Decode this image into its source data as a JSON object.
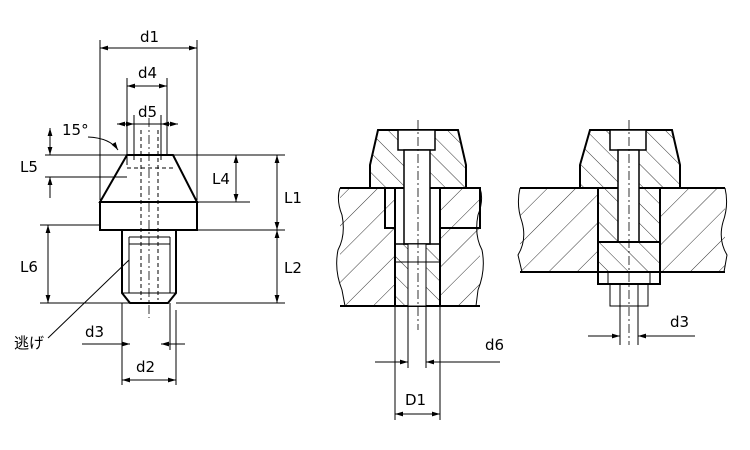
{
  "labels": {
    "d1": "d1",
    "d4": "d4",
    "d5": "d5",
    "angle": "15°",
    "L5": "L5",
    "L4": "L4",
    "L1": "L1",
    "L6": "L6",
    "L2": "L2",
    "relief": "逃げ",
    "d3_left": "d3",
    "d2": "d2",
    "d6": "d6",
    "D1": "D1",
    "d3_right": "d3"
  }
}
